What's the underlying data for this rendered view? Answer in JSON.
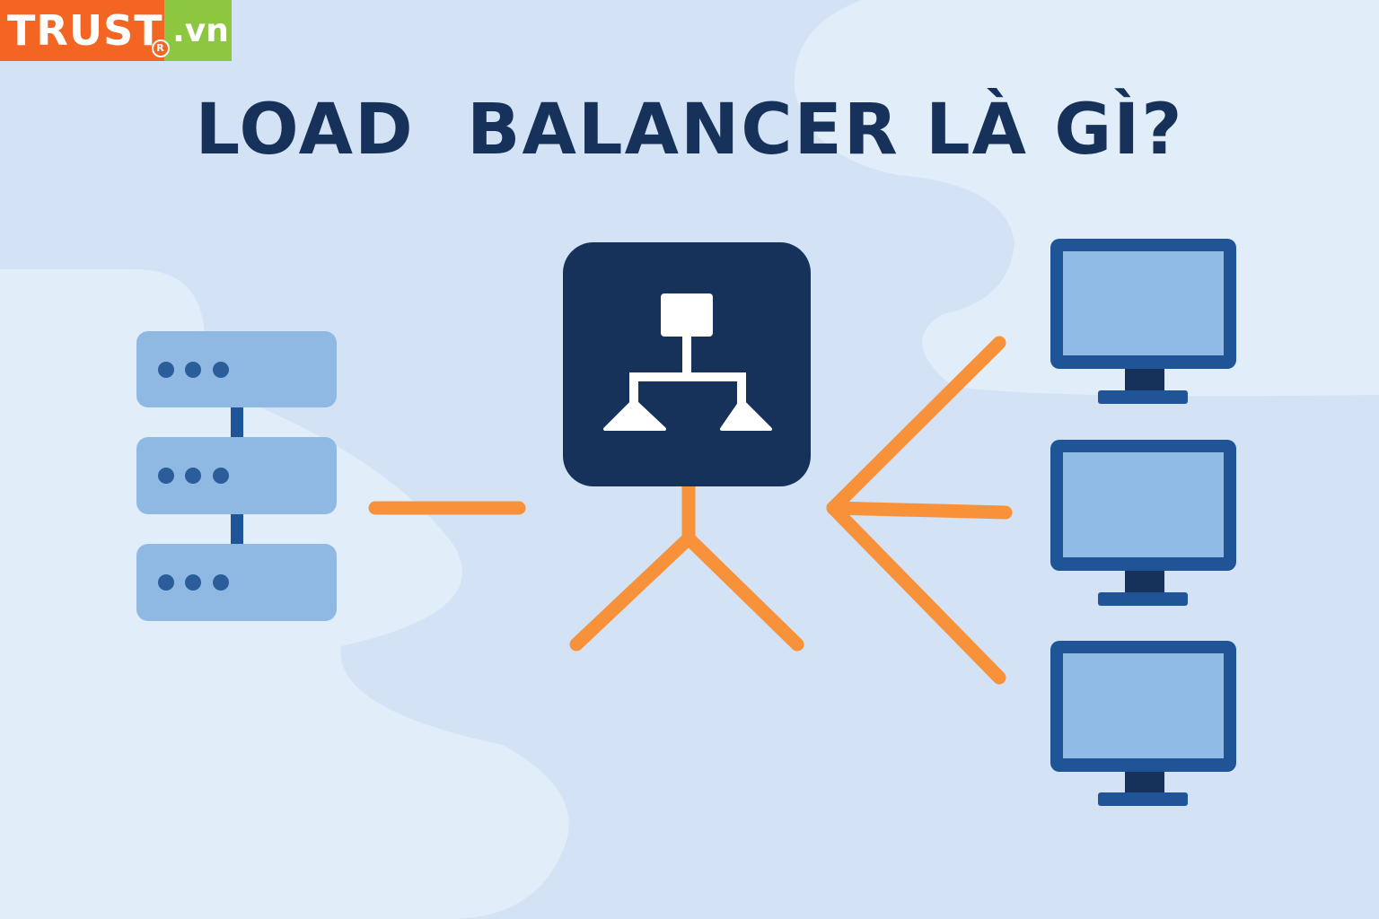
{
  "brand": {
    "name": "TRUST",
    "registered": "R",
    "tld": ".vn"
  },
  "title": "LOAD  BALANCER LÀ GÌ?",
  "colors": {
    "background": "#d3e3f5",
    "cloud": "#e1edf9",
    "navy": "#17325a",
    "server_fill": "#8fb9e3",
    "server_dots": "#2a5d9a",
    "monitor_frame": "#1f5596",
    "monitor_screen": "#8fbbe6",
    "arrow": "#f7923a",
    "brand_orange": "#f26522",
    "brand_green": "#8dc63f"
  },
  "icons": {
    "server": "server-stack-icon",
    "balancer": "load-balancer-icon",
    "client": "monitor-icon"
  }
}
